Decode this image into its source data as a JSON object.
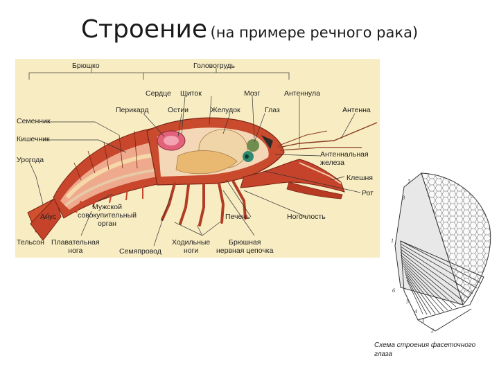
{
  "title": {
    "main": "Строение",
    "subtitle": "(на примере речного рака)"
  },
  "labels": {
    "abdomen": "Брюшко",
    "cephalothorax": "Головогрудь",
    "heart": "Сердце",
    "shield": "Щиток",
    "brain": "Мозг",
    "antennule": "Антеннула",
    "pericardium": "Перикард",
    "ostia": "Остии",
    "stomach": "Желудок",
    "eye": "Глаз",
    "antenna": "Антенна",
    "testis": "Семенник",
    "intestine": "Кишечник",
    "uropod": "Урогода",
    "antennal_gland": "Антеннальная\nжелеза",
    "claw": "Клешня",
    "mouth": "Рот",
    "anus": "Анус",
    "copulatory_organ": "Мужской\nсовокупительный\nорган",
    "liver": "Печень",
    "leg_stub": "Ногочлость",
    "telson": "Тельсон",
    "swimming_leg": "Плавательная\nнога",
    "sperm_duct": "Семяпровод",
    "walking_legs": "Ходильные\nноги",
    "nerve_chain": "Брюшная\nнервная цепочка"
  },
  "eye_caption": "Схема строения фасеточного\nглаза",
  "eye_numbers": [
    "7",
    "8",
    "1",
    "6",
    "5",
    "4",
    "3",
    "2"
  ],
  "colors": {
    "background": "#f7ecc2",
    "shell": "#c7462c",
    "liver": "#e9b971",
    "heart": "#e2627a",
    "eye_green": "#2e8b72"
  }
}
